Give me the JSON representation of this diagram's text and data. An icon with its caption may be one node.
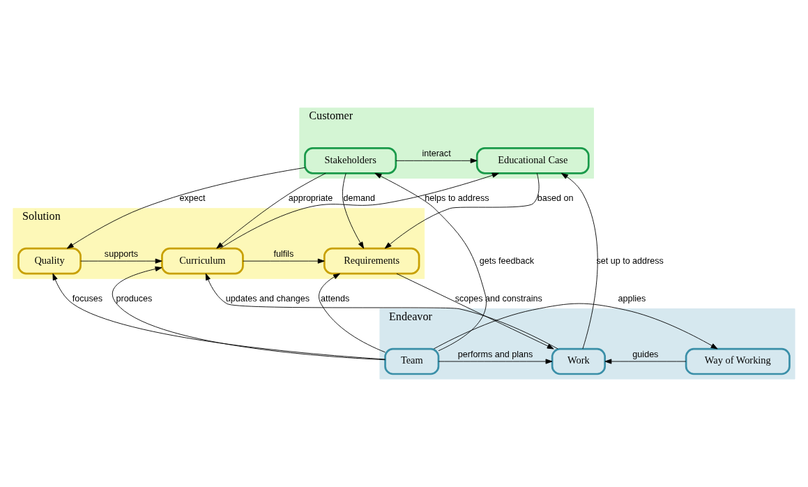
{
  "diagram": {
    "nodes": [
      {
        "text": [
          "Customer"
        ]
      },
      {
        "text": [
          "Educational Case"
        ],
        "in": 0
      },
      {
        "text": [
          "Stakeholders"
        ],
        "in": 0
      },
      {
        "text": [
          "Solution"
        ]
      },
      {
        "text": [
          "Requirements"
        ],
        "in": 3
      },
      {
        "text": [
          "Curriculum"
        ],
        "in": 3
      },
      {
        "text": [
          "Quality"
        ],
        "in": 3
      },
      {
        "text": [
          "Endeavor"
        ]
      },
      {
        "text": [
          "Work"
        ],
        "in": 7
      },
      {
        "text": [
          "Team"
        ],
        "in": 7
      },
      {
        "text": [
          "Way of Working"
        ],
        "in": 7
      }
    ],
    "edges": [
      {
        "from": 2,
        "to": 1,
        "arrow": "to",
        "label": "interact"
      },
      {
        "from": 2,
        "to": 4,
        "arrow": "to",
        "label": "demand"
      },
      {
        "from": 5,
        "to": 1,
        "arrow": "to",
        "label": "helps to address"
      },
      {
        "from": 2,
        "to": 5,
        "arrow": "to",
        "label": "appropriate"
      },
      {
        "from": 2,
        "to": 6,
        "arrow": "to",
        "label": "expect"
      },
      {
        "from": 1,
        "to": 4,
        "arrow": "to",
        "label": "based on"
      },
      {
        "from": 5,
        "to": 4,
        "arrow": "to",
        "label": "fulfils"
      },
      {
        "from": 6,
        "to": 5,
        "arrow": "to",
        "label": "supports"
      },
      {
        "from": 4,
        "to": 8,
        "arrow": "to",
        "label": "scopes and constrains"
      },
      {
        "from": 8,
        "to": 1,
        "arrow": "to",
        "label": "set up to address"
      },
      {
        "from": 8,
        "to": 5,
        "arrow": "to",
        "label": "updates and changes"
      },
      {
        "from": 9,
        "to": 4,
        "arrow": "to",
        "label": "attends"
      },
      {
        "from": 9,
        "to": 5,
        "arrow": "to",
        "label": "produces"
      },
      {
        "from": 9,
        "to": 8,
        "arrow": "to",
        "label": "performs and plans"
      },
      {
        "from": 9,
        "to": 6,
        "arrow": "to",
        "label": "focuses"
      },
      {
        "from": 9,
        "to": 2,
        "arrow": "to",
        "label": "gets feedback"
      },
      {
        "from": 9,
        "to": 10,
        "arrow": "to",
        "label": "applies"
      },
      {
        "from": 10,
        "to": 8,
        "arrow": "to",
        "label": "guides"
      }
    ]
  }
}
